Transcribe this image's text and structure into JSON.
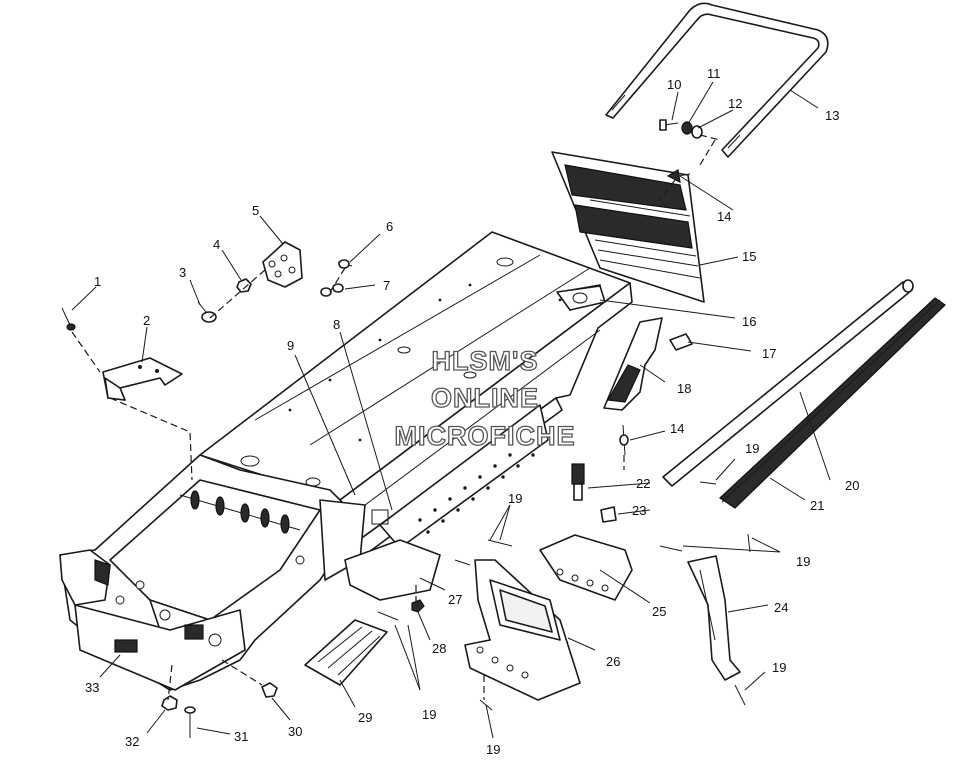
{
  "watermark": {
    "line1": "HLSM'S",
    "line2": "ONLINE",
    "line3": "MICROFICHE"
  },
  "callouts": {
    "c1": "1",
    "c2": "2",
    "c3": "3",
    "c4": "4",
    "c5": "5",
    "c6": "6",
    "c7": "7",
    "c8": "8",
    "c9": "9",
    "c10": "10",
    "c11": "11",
    "c12": "12",
    "c13": "13",
    "c14a": "14",
    "c14b": "14",
    "c15": "15",
    "c16": "16",
    "c17": "17",
    "c18": "18",
    "c19a": "19",
    "c19b": "19",
    "c19c": "19",
    "c19d": "19",
    "c19e": "19",
    "c19f": "19",
    "c20": "20",
    "c21": "21",
    "c22": "22",
    "c23": "23",
    "c24": "24",
    "c25": "25",
    "c26": "26",
    "c27": "27",
    "c28": "28",
    "c29": "29",
    "c30": "30",
    "c31": "31",
    "c32": "32",
    "c33": "33"
  }
}
